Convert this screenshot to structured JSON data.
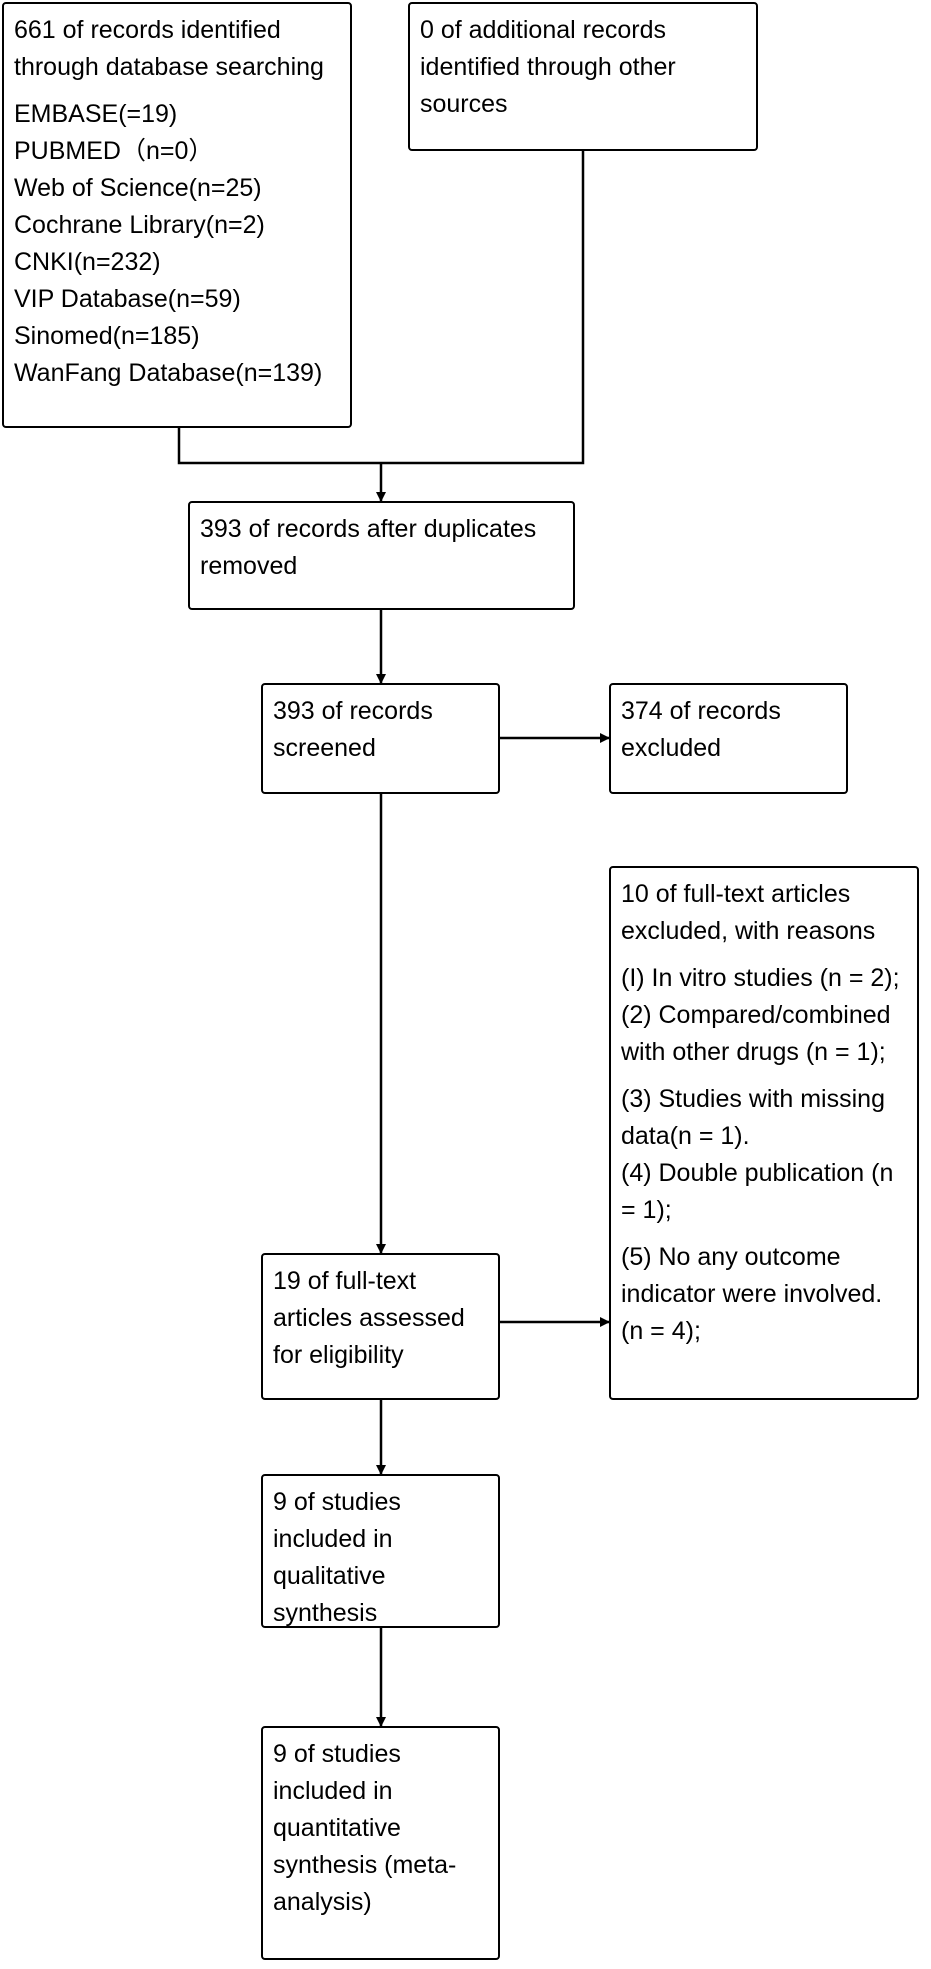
{
  "identification": {
    "database_records": {
      "heading": "661 of records identified through database searching",
      "sources": [
        "EMBASE(=19)",
        "PUBMED（n=0）",
        "Web of Science(n=25)",
        "Cochrane Library(n=2)",
        "CNKI(n=232)",
        "VIP Database(n=59)",
        "Sinomed(n=185)",
        "WanFang Database(n=139)"
      ]
    },
    "other_records": "0 of additional records identified through other sources"
  },
  "after_duplicates": "393 of records after duplicates removed",
  "screening": {
    "screened": "393 of records screened",
    "excluded": "374 of records excluded"
  },
  "eligibility": {
    "assessed": "19 of full-text articles assessed for eligibility",
    "excluded": {
      "heading": "10 of full-text articles excluded, with reasons",
      "reasons": [
        "(I) In vitro studies (n = 2);",
        "(2) Compared/combined with other drugs (n = 1);",
        "(3) Studies with missing data(n = 1).",
        "(4) Double publication (n = 1);",
        "(5) No any outcome indicator were involved. (n = 4);"
      ]
    }
  },
  "included": {
    "qualitative": "9 of studies included in qualitative synthesis",
    "quantitative": "9 of studies included in quantitative synthesis (meta-analysis)"
  }
}
